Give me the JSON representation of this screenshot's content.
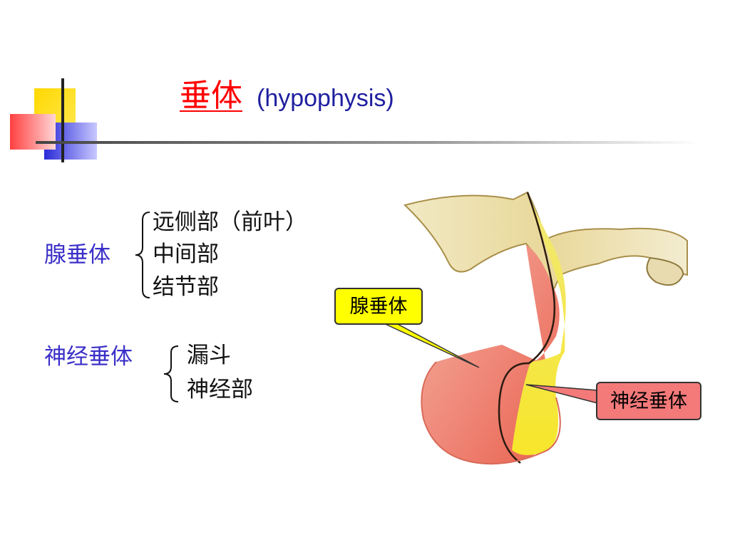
{
  "title": {
    "zh": "垂体",
    "en": "(hypophysis)"
  },
  "adenohypophysis": {
    "label": "腺垂体",
    "parts": [
      "远侧部（前叶）",
      "中间部",
      "结节部"
    ]
  },
  "neurohypophysis": {
    "label": "神经垂体",
    "parts": [
      "漏斗",
      "神经部"
    ]
  },
  "callouts": {
    "adeno": "腺垂体",
    "neuro": "神经垂体"
  },
  "colors": {
    "title": "#ff0000",
    "label": "#3a2fc8",
    "adeno_region": "#f08a7c",
    "neuro_region": "#f5ea3a",
    "callout_adeno_bg": "#ffff00",
    "callout_neuro_bg": "#f47a7a"
  }
}
